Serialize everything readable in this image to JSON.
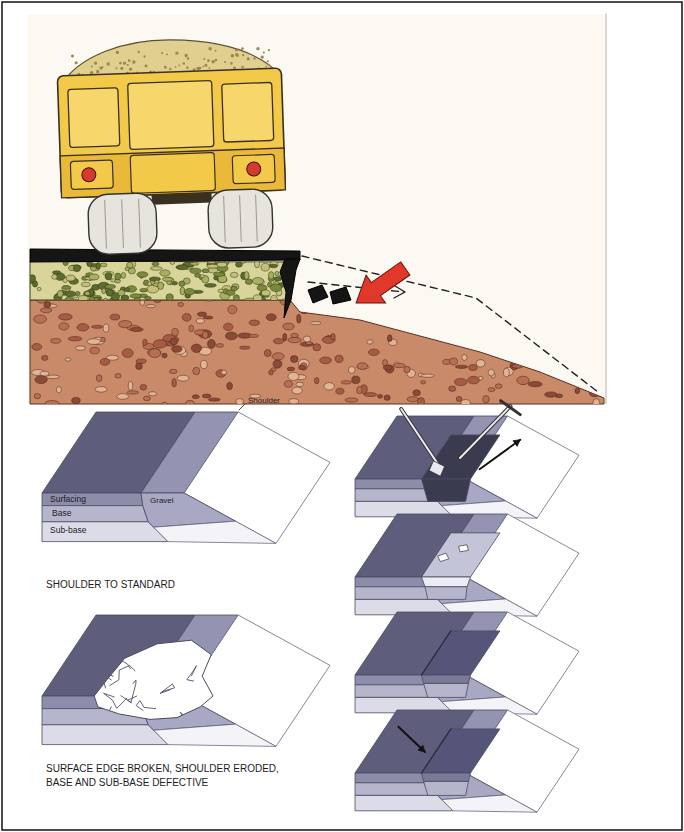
{
  "diagram": {
    "labels": [
      "Shoulder",
      "Surfacing",
      "Base",
      "Sub-base",
      "Gravel",
      "SHOULDER TO STANDARD",
      "SURFACE EDGE BROKEN, SHOULDER ERODED, BASE AND SUB-BASE DEFECTIVE"
    ]
  }
}
